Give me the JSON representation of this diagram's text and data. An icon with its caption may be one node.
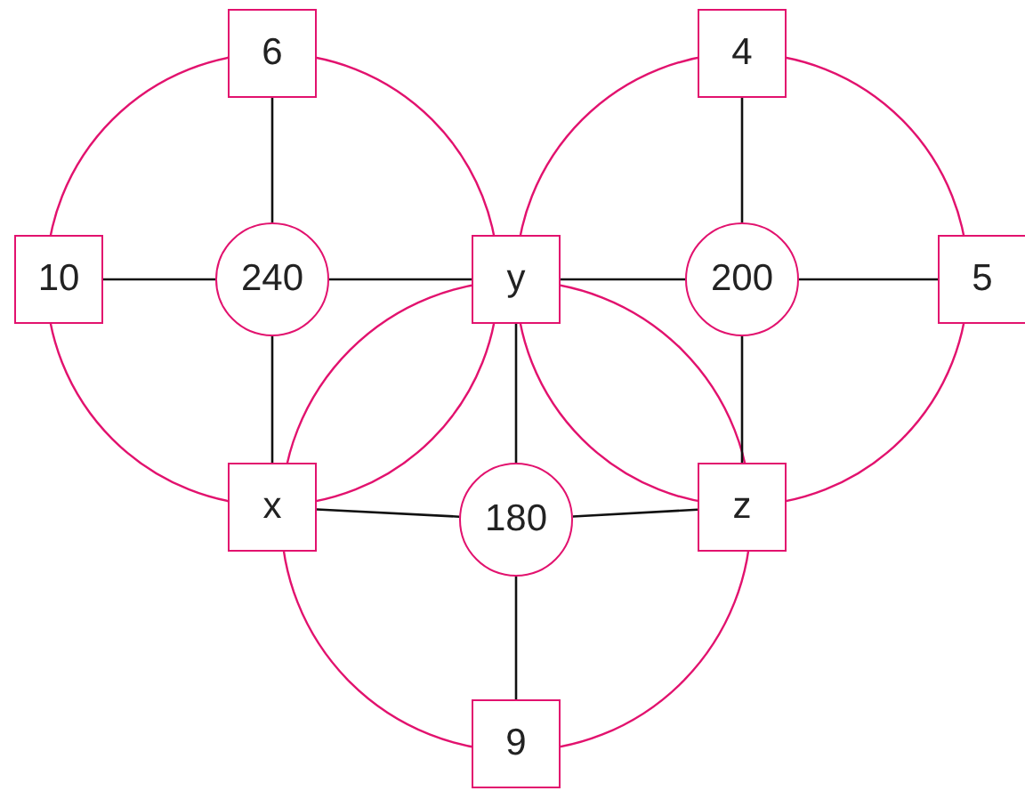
{
  "diagram": {
    "nodes": [
      {
        "text": [
          "6"
        ]
      },
      {
        "text": [
          "4"
        ]
      },
      {
        "text": [
          "10"
        ]
      },
      {
        "text": [
          "240"
        ]
      },
      {
        "text": [
          "y"
        ]
      },
      {
        "text": [
          "200"
        ]
      },
      {
        "text": [
          "5"
        ]
      },
      {
        "text": [
          "x"
        ]
      },
      {
        "text": [
          "180"
        ]
      },
      {
        "text": [
          "z"
        ]
      },
      {
        "text": [
          "9"
        ]
      }
    ],
    "edges": [
      {
        "from": 3,
        "to": 0,
        "arrow": "none"
      },
      {
        "from": 3,
        "to": 2,
        "arrow": "none"
      },
      {
        "from": 3,
        "to": 4,
        "arrow": "none"
      },
      {
        "from": 3,
        "to": 7,
        "arrow": "none"
      },
      {
        "from": 5,
        "to": 1,
        "arrow": "none"
      },
      {
        "from": 5,
        "to": 4,
        "arrow": "none"
      },
      {
        "from": 5,
        "to": 6,
        "arrow": "none"
      },
      {
        "from": 5,
        "to": 9,
        "arrow": "none"
      },
      {
        "from": 8,
        "to": 7,
        "arrow": "none"
      },
      {
        "from": 8,
        "to": 9,
        "arrow": "none"
      },
      {
        "from": 8,
        "to": 4,
        "arrow": "none"
      },
      {
        "from": 8,
        "to": 10,
        "arrow": "none"
      }
    ]
  }
}
